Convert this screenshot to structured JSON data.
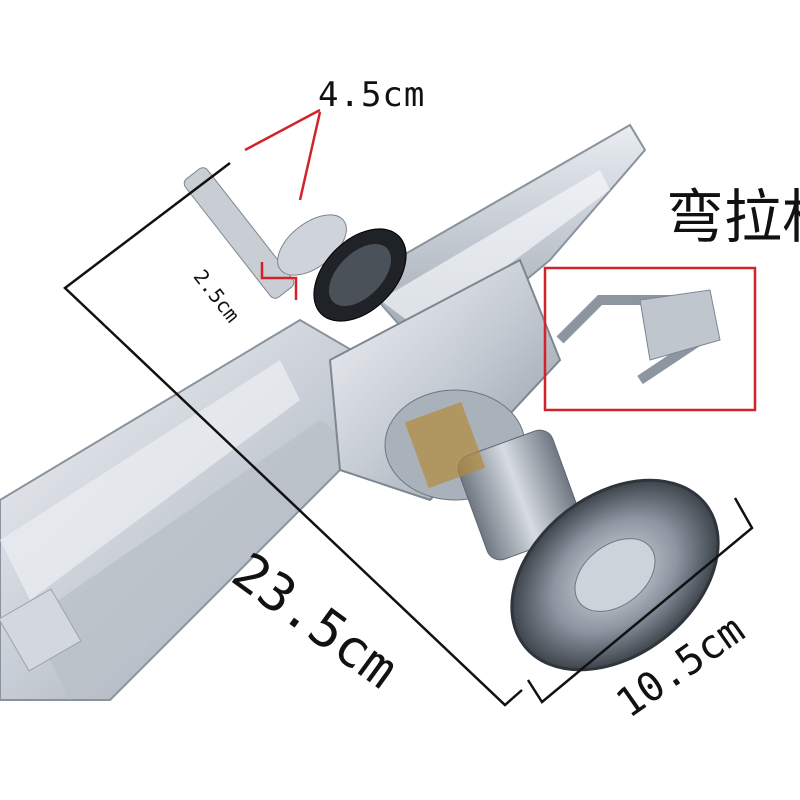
{
  "labels": {
    "shaft_length": "4.5cm",
    "shaft_diameter": "2.5cm",
    "body_length": "23.5cm",
    "pulley_diameter": "10.5cm",
    "cropped_caption": "弯拉杆"
  },
  "colors": {
    "dimension_line": "#111111",
    "callout_red": "#d2232a",
    "metal_light": "#dfe4ea",
    "metal_dark": "#7d8691",
    "background": "#ffffff"
  }
}
